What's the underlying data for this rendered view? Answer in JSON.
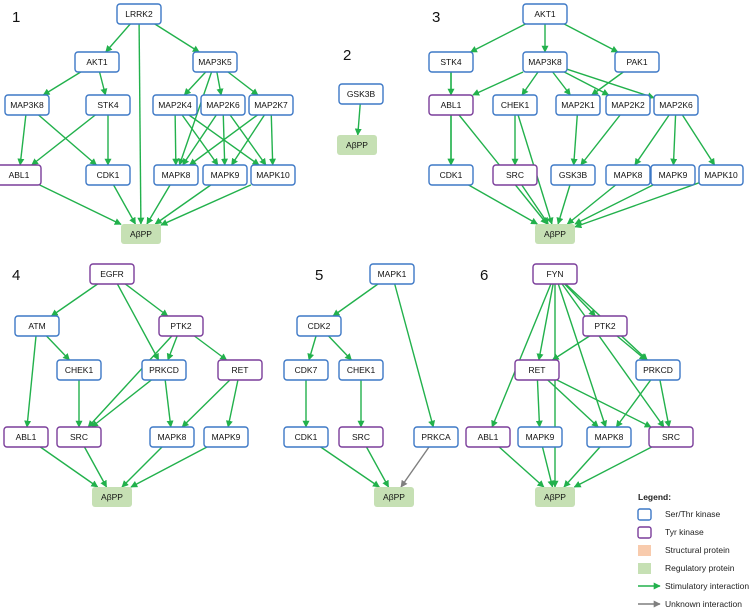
{
  "colors": {
    "ser_thr": "#3d78c6",
    "tyr": "#7a3d9a",
    "regulatory_fill": "#c6e0b4",
    "structural_fill": "#f8cbad",
    "stimulatory": "#22b14c",
    "unknown": "#7f7f7f"
  },
  "panels": [
    {
      "label": "1",
      "nodes": {
        "LRRK2": {
          "label": "LRRK2",
          "type": "ser"
        },
        "AKT1": {
          "label": "AKT1",
          "type": "ser"
        },
        "MAP3K5": {
          "label": "MAP3K5",
          "type": "ser"
        },
        "MAP3K8": {
          "label": "MAP3K8",
          "type": "ser"
        },
        "STK4": {
          "label": "STK4",
          "type": "ser"
        },
        "MAP2K4": {
          "label": "MAP2K4",
          "type": "ser"
        },
        "MAP2K6": {
          "label": "MAP2K6",
          "type": "ser"
        },
        "MAP2K7": {
          "label": "MAP2K7",
          "type": "ser"
        },
        "ABL1": {
          "label": "ABL1",
          "type": "tyr"
        },
        "CDK1": {
          "label": "CDK1",
          "type": "ser"
        },
        "MAPK8": {
          "label": "MAPK8",
          "type": "ser"
        },
        "MAPK9": {
          "label": "MAPK9",
          "type": "ser"
        },
        "MAPK10": {
          "label": "MAPK10",
          "type": "ser"
        },
        "APP": {
          "label": "AβPP",
          "type": "reg"
        }
      },
      "edges": [
        [
          "LRRK2",
          "AKT1",
          "s"
        ],
        [
          "LRRK2",
          "MAP3K5",
          "s"
        ],
        [
          "LRRK2",
          "APP",
          "s"
        ],
        [
          "AKT1",
          "MAP3K8",
          "s"
        ],
        [
          "AKT1",
          "STK4",
          "s"
        ],
        [
          "MAP3K5",
          "MAP2K4",
          "s"
        ],
        [
          "MAP3K5",
          "MAP2K6",
          "s"
        ],
        [
          "MAP3K5",
          "MAP2K7",
          "s"
        ],
        [
          "MAP3K5",
          "MAPK8",
          "s"
        ],
        [
          "MAP3K8",
          "ABL1",
          "s"
        ],
        [
          "MAP3K8",
          "CDK1",
          "s"
        ],
        [
          "STK4",
          "ABL1",
          "s"
        ],
        [
          "STK4",
          "CDK1",
          "s"
        ],
        [
          "MAP2K4",
          "MAPK8",
          "s"
        ],
        [
          "MAP2K4",
          "MAPK9",
          "s"
        ],
        [
          "MAP2K4",
          "MAPK10",
          "s"
        ],
        [
          "MAP2K6",
          "MAPK8",
          "s"
        ],
        [
          "MAP2K6",
          "MAPK9",
          "s"
        ],
        [
          "MAP2K6",
          "MAPK10",
          "s"
        ],
        [
          "MAP2K7",
          "MAPK8",
          "s"
        ],
        [
          "MAP2K7",
          "MAPK9",
          "s"
        ],
        [
          "MAP2K7",
          "MAPK10",
          "s"
        ],
        [
          "ABL1",
          "APP",
          "s"
        ],
        [
          "CDK1",
          "APP",
          "s"
        ],
        [
          "MAPK8",
          "APP",
          "s"
        ],
        [
          "MAPK9",
          "APP",
          "s"
        ],
        [
          "MAPK10",
          "APP",
          "s"
        ]
      ]
    },
    {
      "label": "2",
      "nodes": {
        "GSK3B": {
          "label": "GSK3B",
          "type": "ser"
        },
        "APP": {
          "label": "AβPP",
          "type": "reg"
        }
      },
      "edges": [
        [
          "GSK3B",
          "APP",
          "s"
        ]
      ]
    },
    {
      "label": "3",
      "nodes": {
        "AKT1": {
          "label": "AKT1",
          "type": "ser"
        },
        "STK4": {
          "label": "STK4",
          "type": "ser"
        },
        "MAP3K8": {
          "label": "MAP3K8",
          "type": "ser"
        },
        "PAK1": {
          "label": "PAK1",
          "type": "ser"
        },
        "ABL1": {
          "label": "ABL1",
          "type": "tyr"
        },
        "CHEK1": {
          "label": "CHEK1",
          "type": "ser"
        },
        "MAP2K1": {
          "label": "MAP2K1",
          "type": "ser"
        },
        "MAP2K2": {
          "label": "MAP2K2",
          "type": "ser"
        },
        "MAP2K6": {
          "label": "MAP2K6",
          "type": "ser"
        },
        "CDK1": {
          "label": "CDK1",
          "type": "ser"
        },
        "SRC": {
          "label": "SRC",
          "type": "tyr"
        },
        "GSK3B": {
          "label": "GSK3B",
          "type": "ser"
        },
        "MAPK8": {
          "label": "MAPK8",
          "type": "ser"
        },
        "MAPK9": {
          "label": "MAPK9",
          "type": "ser"
        },
        "MAPK10": {
          "label": "MAPK10",
          "type": "ser"
        },
        "APP": {
          "label": "AβPP",
          "type": "reg"
        }
      },
      "edges": [
        [
          "AKT1",
          "STK4",
          "s"
        ],
        [
          "AKT1",
          "MAP3K8",
          "s"
        ],
        [
          "AKT1",
          "PAK1",
          "s"
        ],
        [
          "STK4",
          "ABL1",
          "s"
        ],
        [
          "STK4",
          "CDK1",
          "s"
        ],
        [
          "MAP3K8",
          "ABL1",
          "s"
        ],
        [
          "MAP3K8",
          "CHEK1",
          "s"
        ],
        [
          "MAP3K8",
          "MAP2K1",
          "s"
        ],
        [
          "MAP3K8",
          "MAP2K2",
          "s"
        ],
        [
          "MAP3K8",
          "MAP2K6",
          "s"
        ],
        [
          "PAK1",
          "MAP2K1",
          "s"
        ],
        [
          "ABL1",
          "CDK1",
          "s"
        ],
        [
          "ABL1",
          "APP",
          "s"
        ],
        [
          "CHEK1",
          "SRC",
          "s"
        ],
        [
          "CHEK1",
          "APP",
          "s"
        ],
        [
          "MAP2K1",
          "GSK3B",
          "s"
        ],
        [
          "MAP2K2",
          "GSK3B",
          "s"
        ],
        [
          "MAP2K6",
          "MAPK8",
          "s"
        ],
        [
          "MAP2K6",
          "MAPK9",
          "s"
        ],
        [
          "MAP2K6",
          "MAPK10",
          "s"
        ],
        [
          "CDK1",
          "APP",
          "s"
        ],
        [
          "SRC",
          "APP",
          "s"
        ],
        [
          "GSK3B",
          "APP",
          "s"
        ],
        [
          "MAPK8",
          "APP",
          "s"
        ],
        [
          "MAPK9",
          "APP",
          "s"
        ],
        [
          "MAPK10",
          "APP",
          "s"
        ]
      ]
    },
    {
      "label": "4",
      "nodes": {
        "EGFR": {
          "label": "EGFR",
          "type": "tyr"
        },
        "ATM": {
          "label": "ATM",
          "type": "ser"
        },
        "PTK2": {
          "label": "PTK2",
          "type": "tyr"
        },
        "CHEK1": {
          "label": "CHEK1",
          "type": "ser"
        },
        "PRKCD": {
          "label": "PRKCD",
          "type": "ser"
        },
        "RET": {
          "label": "RET",
          "type": "tyr"
        },
        "ABL1": {
          "label": "ABL1",
          "type": "tyr"
        },
        "SRC": {
          "label": "SRC",
          "type": "tyr"
        },
        "MAPK8": {
          "label": "MAPK8",
          "type": "ser"
        },
        "MAPK9": {
          "label": "MAPK9",
          "type": "ser"
        },
        "APP": {
          "label": "AβPP",
          "type": "reg"
        }
      },
      "edges": [
        [
          "EGFR",
          "ATM",
          "s"
        ],
        [
          "EGFR",
          "PTK2",
          "s"
        ],
        [
          "EGFR",
          "PRKCD",
          "s"
        ],
        [
          "ATM",
          "CHEK1",
          "s"
        ],
        [
          "ATM",
          "ABL1",
          "s"
        ],
        [
          "PTK2",
          "PRKCD",
          "s"
        ],
        [
          "PTK2",
          "RET",
          "s"
        ],
        [
          "PTK2",
          "SRC",
          "s"
        ],
        [
          "CHEK1",
          "SRC",
          "s"
        ],
        [
          "PRKCD",
          "SRC",
          "s"
        ],
        [
          "PRKCD",
          "MAPK8",
          "s"
        ],
        [
          "RET",
          "MAPK8",
          "s"
        ],
        [
          "RET",
          "MAPK9",
          "s"
        ],
        [
          "ABL1",
          "APP",
          "s"
        ],
        [
          "SRC",
          "APP",
          "s"
        ],
        [
          "MAPK8",
          "APP",
          "s"
        ],
        [
          "MAPK9",
          "APP",
          "s"
        ]
      ]
    },
    {
      "label": "5",
      "nodes": {
        "MAPK1": {
          "label": "MAPK1",
          "type": "ser"
        },
        "CDK2": {
          "label": "CDK2",
          "type": "ser"
        },
        "CDK7": {
          "label": "CDK7",
          "type": "ser"
        },
        "CHEK1": {
          "label": "CHEK1",
          "type": "ser"
        },
        "CDK1": {
          "label": "CDK1",
          "type": "ser"
        },
        "SRC": {
          "label": "SRC",
          "type": "tyr"
        },
        "PRKCA": {
          "label": "PRKCA",
          "type": "ser"
        },
        "APP": {
          "label": "AβPP",
          "type": "reg"
        }
      },
      "edges": [
        [
          "MAPK1",
          "CDK2",
          "s"
        ],
        [
          "MAPK1",
          "PRKCA",
          "s"
        ],
        [
          "CDK2",
          "CDK7",
          "s"
        ],
        [
          "CDK2",
          "CHEK1",
          "s"
        ],
        [
          "CDK7",
          "CDK1",
          "s"
        ],
        [
          "CHEK1",
          "SRC",
          "s"
        ],
        [
          "CDK1",
          "APP",
          "s"
        ],
        [
          "SRC",
          "APP",
          "s"
        ],
        [
          "PRKCA",
          "APP",
          "u"
        ]
      ]
    },
    {
      "label": "6",
      "nodes": {
        "FYN": {
          "label": "FYN",
          "type": "tyr"
        },
        "PTK2": {
          "label": "PTK2",
          "type": "tyr"
        },
        "RET": {
          "label": "RET",
          "type": "tyr"
        },
        "PRKCD": {
          "label": "PRKCD",
          "type": "ser"
        },
        "ABL1": {
          "label": "ABL1",
          "type": "tyr"
        },
        "MAPK9": {
          "label": "MAPK9",
          "type": "ser"
        },
        "MAPK8": {
          "label": "MAPK8",
          "type": "ser"
        },
        "SRC": {
          "label": "SRC",
          "type": "tyr"
        },
        "APP": {
          "label": "AβPP",
          "type": "reg"
        }
      },
      "edges": [
        [
          "FYN",
          "PTK2",
          "s"
        ],
        [
          "FYN",
          "RET",
          "s"
        ],
        [
          "FYN",
          "PRKCD",
          "s"
        ],
        [
          "FYN",
          "ABL1",
          "s"
        ],
        [
          "FYN",
          "MAPK8",
          "s"
        ],
        [
          "FYN",
          "SRC",
          "s"
        ],
        [
          "FYN",
          "APP",
          "s"
        ],
        [
          "PTK2",
          "RET",
          "s"
        ],
        [
          "PTK2",
          "PRKCD",
          "s"
        ],
        [
          "RET",
          "MAPK9",
          "s"
        ],
        [
          "RET",
          "MAPK8",
          "s"
        ],
        [
          "RET",
          "SRC",
          "s"
        ],
        [
          "PRKCD",
          "MAPK8",
          "s"
        ],
        [
          "PRKCD",
          "SRC",
          "s"
        ],
        [
          "ABL1",
          "APP",
          "s"
        ],
        [
          "MAPK9",
          "APP",
          "s"
        ],
        [
          "MAPK8",
          "APP",
          "s"
        ],
        [
          "SRC",
          "APP",
          "s"
        ]
      ]
    }
  ],
  "legend": {
    "title": "Legend:",
    "items": [
      {
        "label": "Ser/Thr kinase",
        "kind": "ser"
      },
      {
        "label": "Tyr kinase",
        "kind": "tyr"
      },
      {
        "label": "Structural protein",
        "kind": "structural"
      },
      {
        "label": "Regulatory protein",
        "kind": "reg"
      },
      {
        "label": "Stimulatory interaction",
        "kind": "stim"
      },
      {
        "label": "Unknown interaction",
        "kind": "unknown"
      }
    ]
  }
}
